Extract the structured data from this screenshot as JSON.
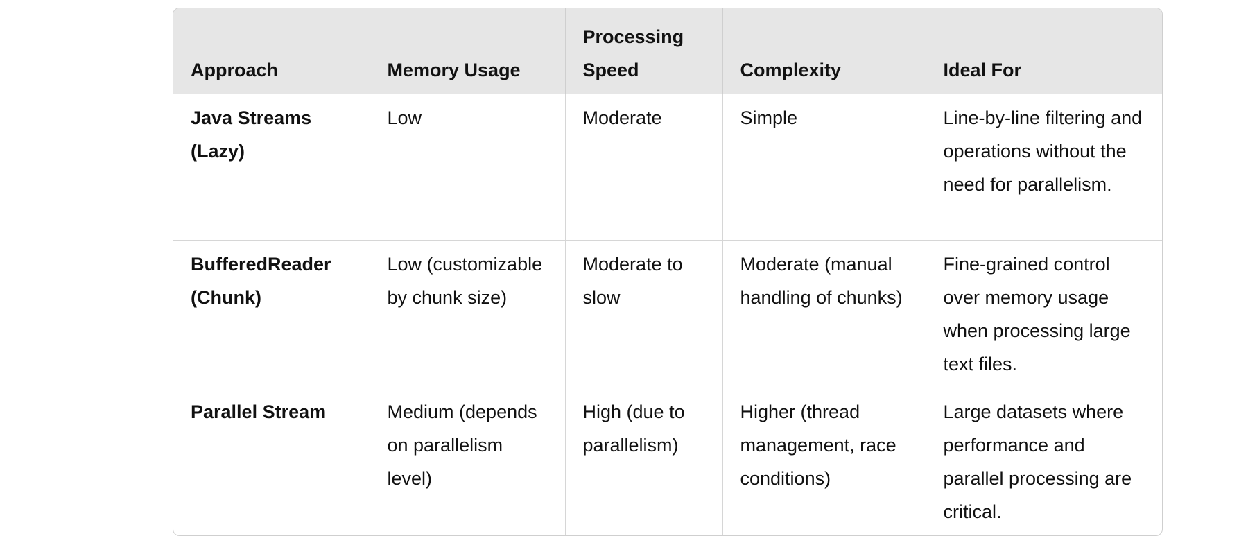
{
  "table": {
    "headers": [
      "Approach",
      "Memory Usage",
      "Processing Speed",
      "Complexity",
      "Ideal For"
    ],
    "rows": [
      [
        "Java Streams (Lazy)",
        "Low",
        "Moderate",
        "Simple",
        "Line-by-line filtering and operations without the need for parallelism."
      ],
      [
        "BufferedReader (Chunk)",
        "Low (customizable by chunk size)",
        "Moderate to slow",
        "Moderate (manual handling of chunks)",
        "Fine-grained control over memory usage when processing large text files."
      ],
      [
        "Parallel Stream",
        "Medium (depends on parallelism level)",
        "High (due to parallelism)",
        "Higher (thread management, race conditions)",
        "Large datasets where performance and parallel processing are critical."
      ]
    ]
  }
}
